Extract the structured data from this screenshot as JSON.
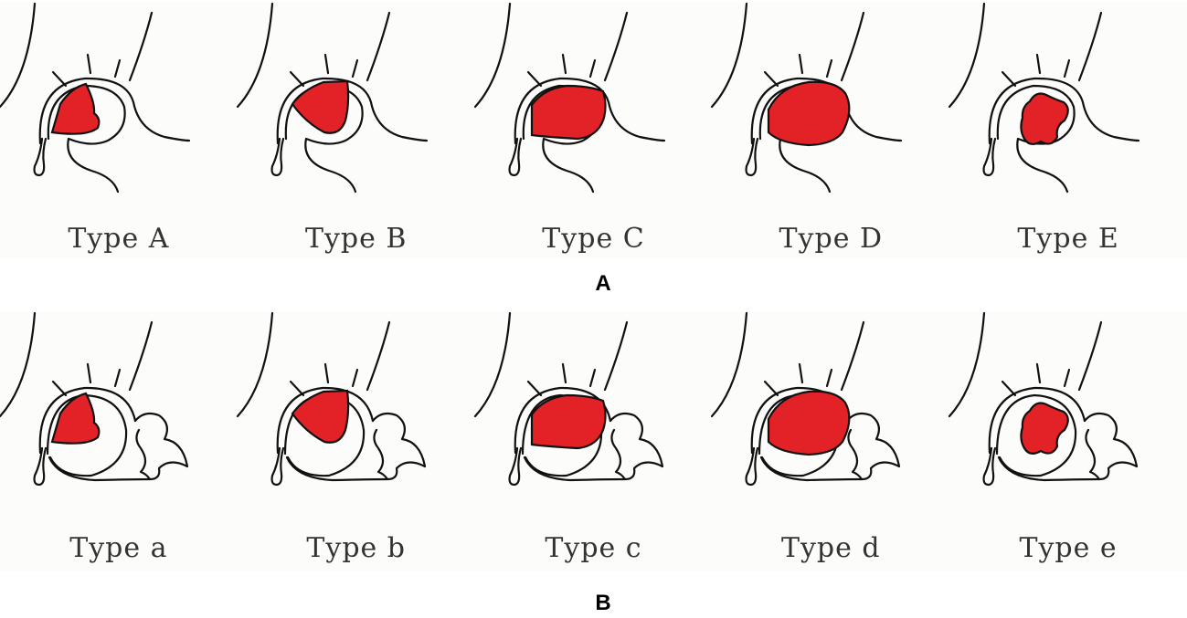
{
  "colors": {
    "lesion": "#e32227",
    "line": "#111111",
    "background": "#fcfcfb"
  },
  "panels": [
    {
      "label": "A",
      "variant": "normal-bulb",
      "types": [
        {
          "caption": "Type A",
          "shape": "small-wedge"
        },
        {
          "caption": "Type B",
          "shape": "tall-wedge"
        },
        {
          "caption": "Type C",
          "shape": "half-fill"
        },
        {
          "caption": "Type D",
          "shape": "full-fill"
        },
        {
          "caption": "Type E",
          "shape": "blob"
        }
      ]
    },
    {
      "label": "B",
      "variant": "lobulated-bulb",
      "types": [
        {
          "caption": "Type a",
          "shape": "small-wedge"
        },
        {
          "caption": "Type b",
          "shape": "tall-wedge"
        },
        {
          "caption": "Type c",
          "shape": "half-fill"
        },
        {
          "caption": "Type d",
          "shape": "full-fill"
        },
        {
          "caption": "Type e",
          "shape": "blob"
        }
      ]
    }
  ]
}
